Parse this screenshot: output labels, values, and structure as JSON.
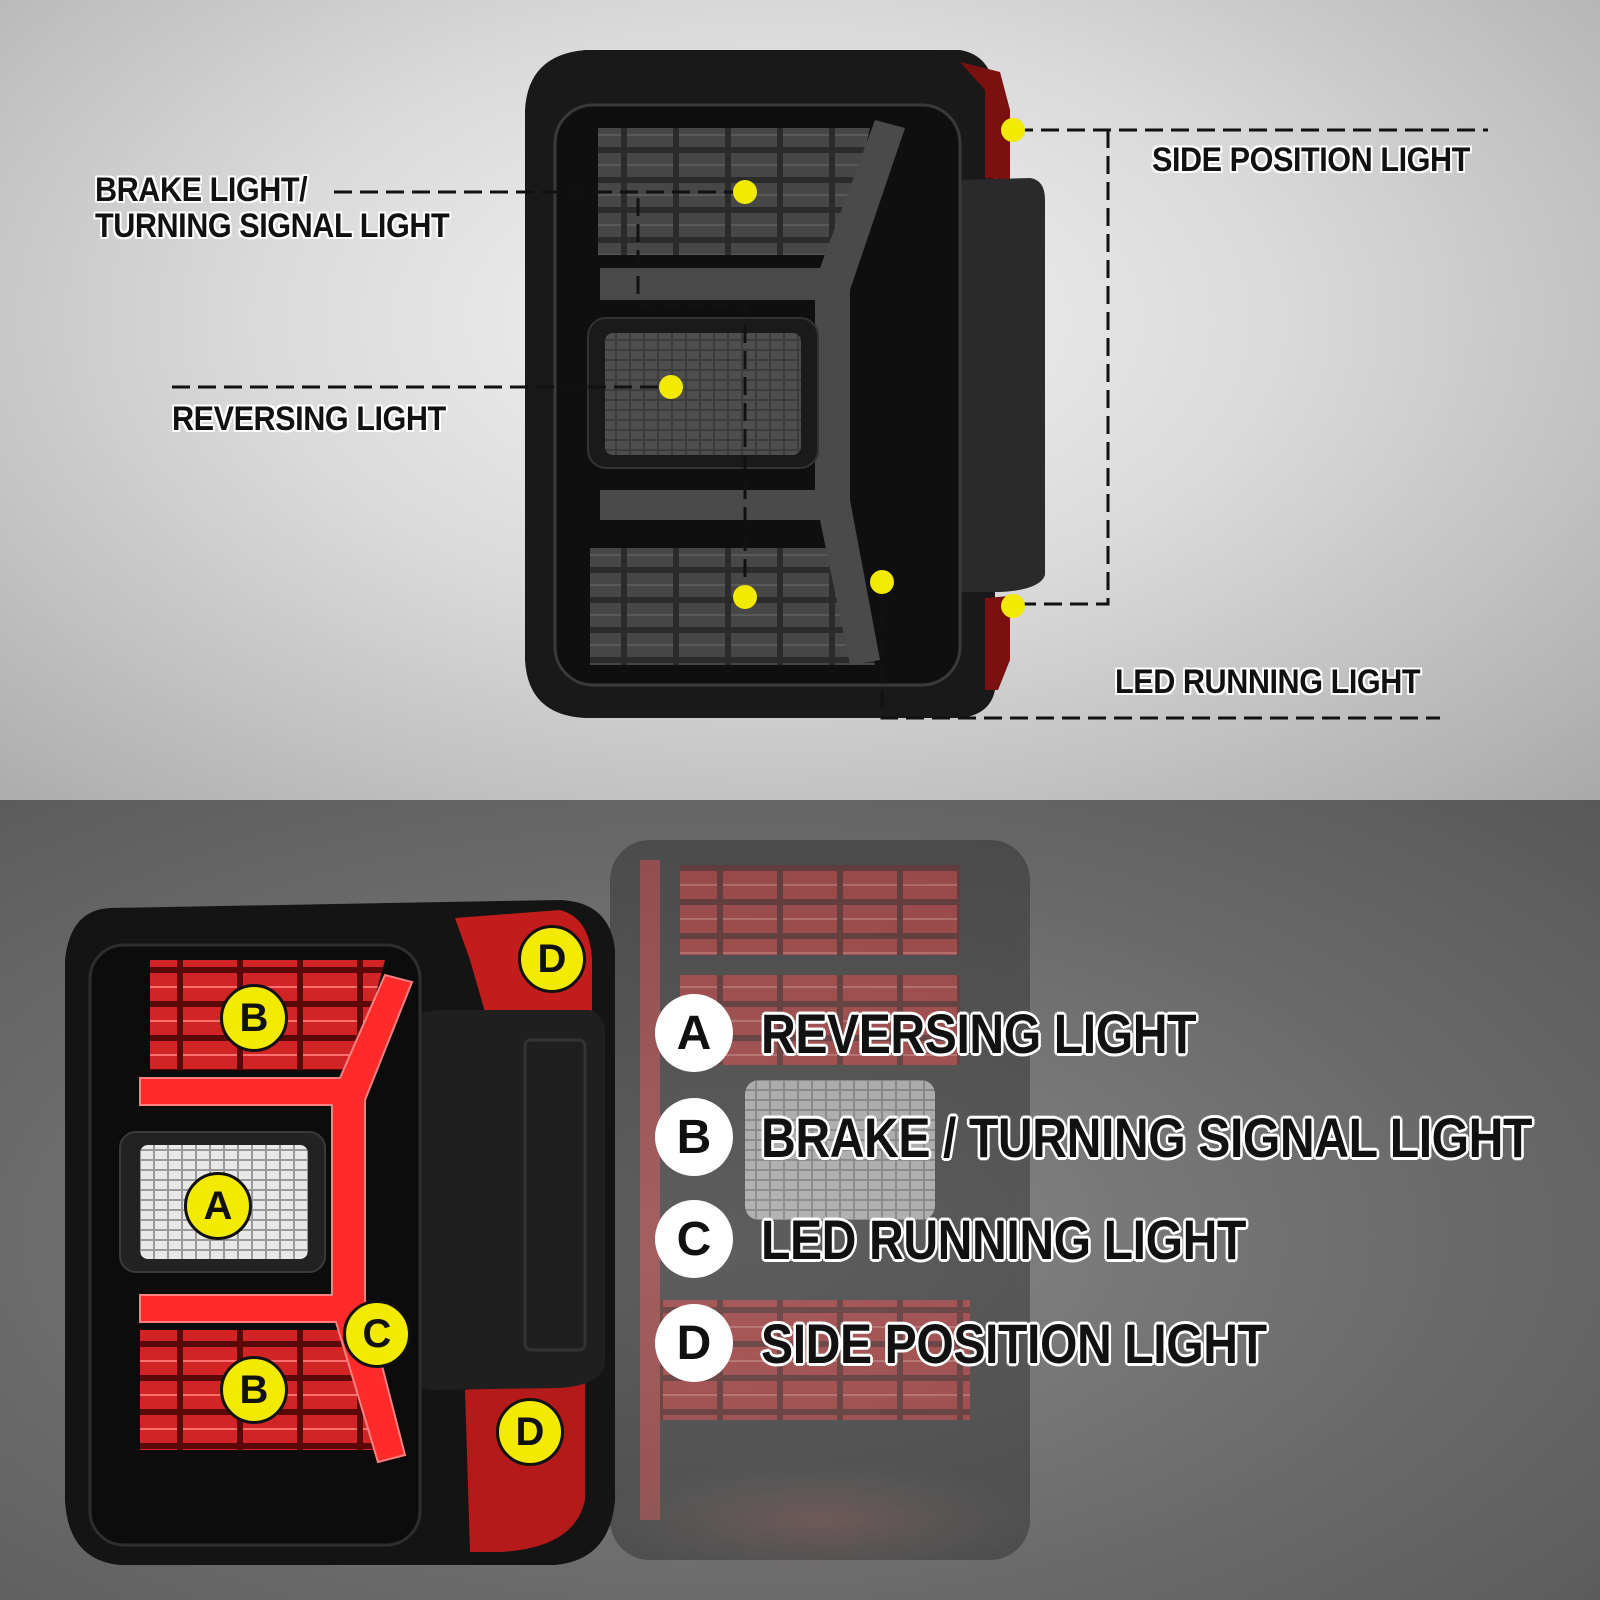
{
  "top_callouts": {
    "brake_turn": [
      "BRAKE LIGHT/",
      "TURNING SIGNAL LIGHT"
    ],
    "reversing": "REVERSING LIGHT",
    "side_position": "SIDE POSITION LIGHT",
    "led_running": "LED RUNNING LIGHT"
  },
  "badges": {
    "a": "A",
    "b": "B",
    "c": "C",
    "d": "D"
  },
  "legend": [
    {
      "letter": "A",
      "label": "REVERSING LIGHT"
    },
    {
      "letter": "B",
      "label": "BRAKE / TURNING SIGNAL LIGHT"
    },
    {
      "letter": "C",
      "label": "LED RUNNING LIGHT"
    },
    {
      "letter": "D",
      "label": "SIDE POSITION LIGHT"
    }
  ],
  "colors": {
    "marker": "#f2ea00",
    "housing": "#1a1a1a",
    "lit_red": "#e01818"
  }
}
